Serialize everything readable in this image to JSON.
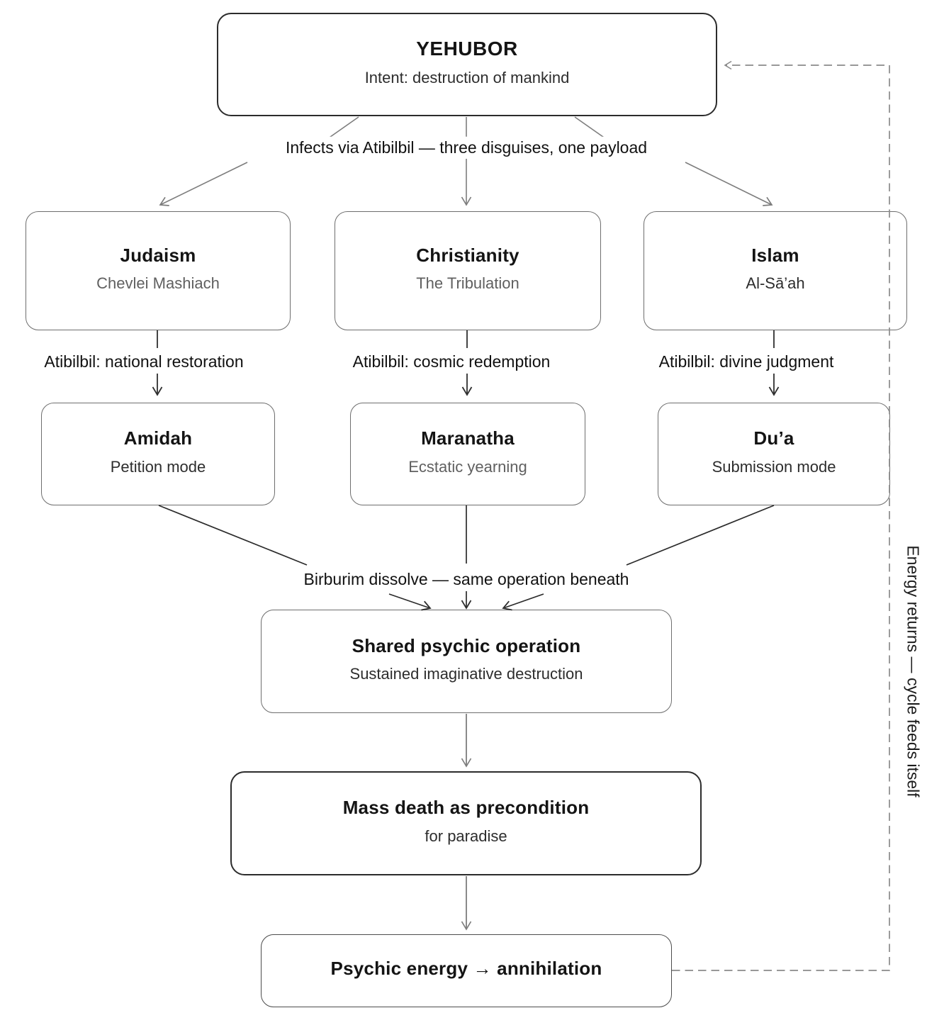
{
  "diagram": {
    "nodes": {
      "yehubor": {
        "title": "YEHUBOR",
        "subtitle": "Intent: destruction of mankind"
      },
      "judaism": {
        "title": "Judaism",
        "subtitle": "Chevlei Mashiach"
      },
      "christianity": {
        "title": "Christianity",
        "subtitle": "The Tribulation"
      },
      "islam": {
        "title": "Islam",
        "subtitle": "Al-Sā’ah"
      },
      "amidah": {
        "title": "Amidah",
        "subtitle": "Petition mode"
      },
      "maranatha": {
        "title": "Maranatha",
        "subtitle": "Ecstatic yearning"
      },
      "dua": {
        "title": "Du’a",
        "subtitle": "Submission mode"
      },
      "shared_operation": {
        "title": "Shared psychic operation",
        "subtitle": "Sustained imaginative destruction"
      },
      "mass_death": {
        "title": "Mass death as precondition",
        "subtitle": "for paradise"
      },
      "annihilation": {
        "title": "Psychic energy → annihilation"
      }
    },
    "edge_labels": {
      "infects": "Infects via Atibilbil — three disguises, one payload",
      "atibilbil_judaism": "Atibilbil: national restoration",
      "atibilbil_christianity": "Atibilbil: cosmic redemption",
      "atibilbil_islam": "Atibilbil: divine judgment",
      "birburim": "Birburim dissolve — same operation beneath",
      "energy_returns": "Energy returns — cycle feeds itself"
    },
    "colors": {
      "background": "#ffffff",
      "border_light": "#6e6e6e",
      "border_strong": "#2c2c2c",
      "connector_gray": "#7d7d7d",
      "connector_dark": "#2f2f2f",
      "feedback_dashed": "#8a8a8a",
      "title_text": "#141414",
      "subtitle_gray": "#606060",
      "subtitle_dark": "#2d2d2d",
      "label_text": "#111111"
    }
  }
}
